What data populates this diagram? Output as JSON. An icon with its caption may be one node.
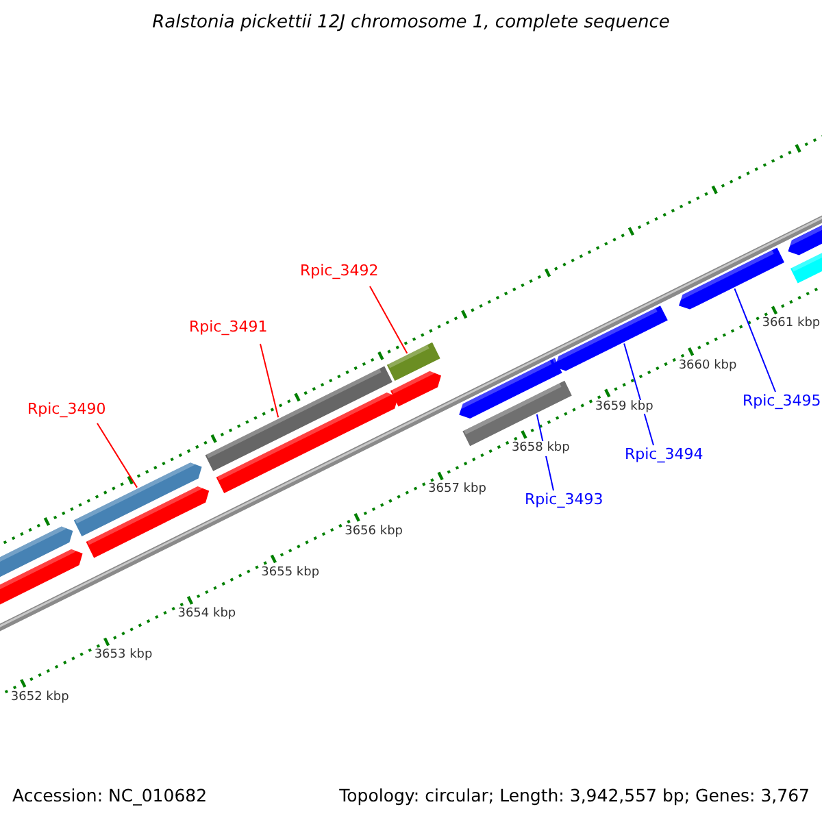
{
  "diagram": {
    "title": "Ralstonia pickettii 12J chromosome 1, complete sequence",
    "nodes": [
      {
        "text": [
          "Rpic_3492"
        ]
      },
      {
        "text": [
          "Rpic_3491"
        ]
      },
      {
        "text": [
          "Rpic_3495"
        ]
      },
      {
        "text": [
          "Rpic_3490"
        ]
      },
      {
        "text": [
          "Rpic_3494"
        ]
      },
      {
        "text": [
          "Rpic_3493"
        ]
      },
      {
        "text": [],
        "shape": "bar"
      },
      {
        "text": [],
        "shape": "bar"
      },
      {
        "text": [],
        "shape": "bar"
      },
      {
        "text": [],
        "shape": "bar"
      },
      {
        "text": [],
        "shape": "bar"
      },
      {
        "text": [],
        "shape": "bar"
      }
    ],
    "edges": [
      {
        "from": 0,
        "to": 8,
        "arrow": "none",
        "color": "#ff0000"
      },
      {
        "from": 1,
        "to": 7,
        "arrow": "none",
        "color": "#ff0000"
      },
      {
        "from": 2,
        "to": 11,
        "arrow": "none",
        "color": "#0000ff"
      },
      {
        "from": 3,
        "to": 6,
        "arrow": "none",
        "color": "#ff0000"
      },
      {
        "from": 4,
        "to": 10,
        "arrow": "none",
        "color": "#0000ff"
      },
      {
        "from": 5,
        "to": 9,
        "arrow": "none",
        "color": "#0000ff"
      }
    ],
    "labels": [
      "3661 kbp",
      "3660 kbp",
      "3659 kbp",
      "3658 kbp",
      "3657 kbp",
      "3656 kbp",
      "3655 kbp",
      "3654 kbp",
      "3653 kbp",
      "3652 kbp",
      "Accession: NC_010682",
      "Topology: circular; Length: 3,942,557 bp; Genes: 3,767"
    ]
  }
}
